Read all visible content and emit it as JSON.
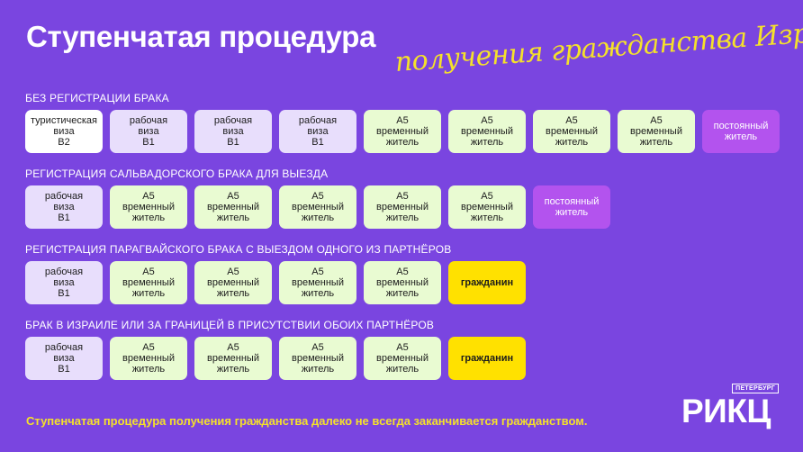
{
  "header": {
    "title": "Ступенчатая процедура",
    "subtitle": "получения гражданства Израиля"
  },
  "sections": [
    {
      "label": "БЕЗ РЕГИСТРАЦИИ БРАКА",
      "steps": [
        {
          "text": "туристическая\nвиза\nB2",
          "kind": "visa-tourist"
        },
        {
          "text": "рабочая\nвиза\nB1",
          "kind": "visa-work"
        },
        {
          "text": "рабочая\nвиза\nB1",
          "kind": "visa-work"
        },
        {
          "text": "рабочая\nвиза\nB1",
          "kind": "visa-work"
        },
        {
          "text": "A5\nвременный\nжитель",
          "kind": "temp"
        },
        {
          "text": "A5\nвременный\nжитель",
          "kind": "temp"
        },
        {
          "text": "A5\nвременный\nжитель",
          "kind": "temp"
        },
        {
          "text": "A5\nвременный\nжитель",
          "kind": "temp"
        },
        {
          "text": "постоянный\nжитель",
          "kind": "perm"
        }
      ]
    },
    {
      "label": "РЕГИСТРАЦИЯ САЛЬВАДОРСКОГО БРАКА ДЛЯ ВЫЕЗДА",
      "steps": [
        {
          "text": "рабочая\nвиза\nB1",
          "kind": "visa-work"
        },
        {
          "text": "A5\nвременный\nжитель",
          "kind": "temp"
        },
        {
          "text": "A5\nвременный\nжитель",
          "kind": "temp"
        },
        {
          "text": "A5\nвременный\nжитель",
          "kind": "temp"
        },
        {
          "text": "A5\nвременный\nжитель",
          "kind": "temp"
        },
        {
          "text": "A5\nвременный\nжитель",
          "kind": "temp"
        },
        {
          "text": "постоянный\nжитель",
          "kind": "perm"
        }
      ]
    },
    {
      "label": "РЕГИСТРАЦИЯ ПАРАГВАЙСКОГО БРАКА С ВЫЕЗДОМ ОДНОГО ИЗ ПАРТНЁРОВ",
      "steps": [
        {
          "text": "рабочая\nвиза\nB1",
          "kind": "visa-work"
        },
        {
          "text": "A5\nвременный\nжитель",
          "kind": "temp"
        },
        {
          "text": "A5\nвременный\nжитель",
          "kind": "temp"
        },
        {
          "text": "A5\nвременный\nжитель",
          "kind": "temp"
        },
        {
          "text": "A5\nвременный\nжитель",
          "kind": "temp"
        },
        {
          "text": "гражданин",
          "kind": "citizen"
        }
      ]
    },
    {
      "label": "БРАК В ИЗРАИЛЕ ИЛИ ЗА ГРАНИЦЕЙ В ПРИСУТСТВИИ ОБОИХ ПАРТНЁРОВ",
      "steps": [
        {
          "text": "рабочая\nвиза\nB1",
          "kind": "visa-work"
        },
        {
          "text": "A5\nвременный\nжитель",
          "kind": "temp"
        },
        {
          "text": "A5\nвременный\nжитель",
          "kind": "temp"
        },
        {
          "text": "A5\nвременный\nжитель",
          "kind": "temp"
        },
        {
          "text": "A5\nвременный\nжитель",
          "kind": "temp"
        },
        {
          "text": "гражданин",
          "kind": "citizen"
        }
      ]
    }
  ],
  "footer": {
    "text": "Ступенчатая процедура получения гражданства далеко не всегда заканчивается гражданством."
  },
  "logo": {
    "small": "ПЕТЕРБУРГ",
    "big": "РИКЦ"
  },
  "colors": {
    "background": "#7a45e0",
    "accent_yellow": "#f5e12a",
    "visa_tourist": "#ffffff",
    "visa_work": "#e8defc",
    "temporary_resident": "#e9fbd2",
    "permanent_resident": "#b353ee",
    "citizen": "#ffe100"
  }
}
